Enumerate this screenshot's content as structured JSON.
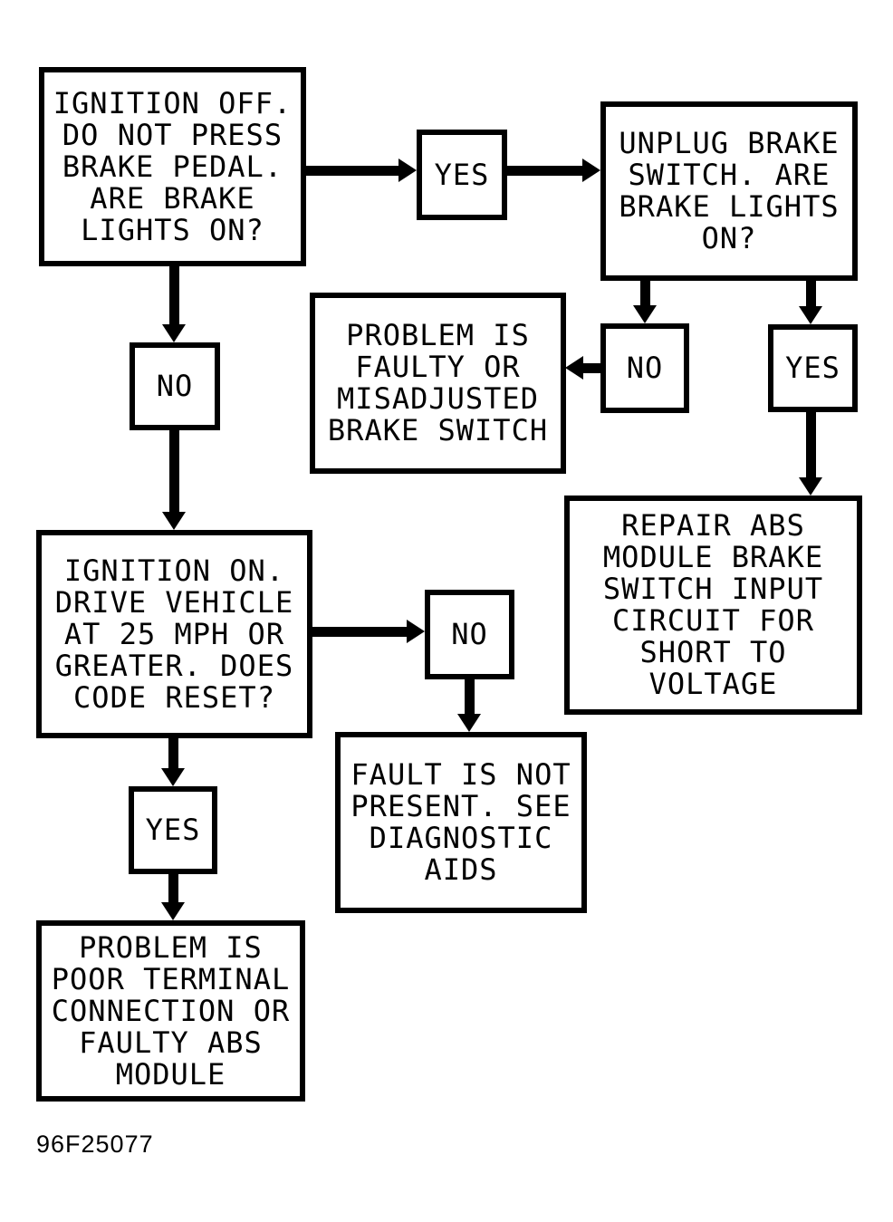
{
  "figure_code": "96F25077",
  "diagram_type": "flowchart",
  "accent_color": "#000000",
  "background_color": "#ffffff",
  "nodes": {
    "q1": {
      "id": "q1",
      "kind": "step",
      "text": "IGNITION OFF.\nDO NOT PRESS\nBRAKE PEDAL.\nARE BRAKE\nLIGHTS ON?"
    },
    "yes1": {
      "id": "yes1",
      "kind": "decision-label",
      "text": "YES"
    },
    "q2": {
      "id": "q2",
      "kind": "step",
      "text": "UNPLUG BRAKE\nSWITCH. ARE\nBRAKE LIGHTS\nON?"
    },
    "no1": {
      "id": "no1",
      "kind": "decision-label",
      "text": "NO"
    },
    "yes2": {
      "id": "yes2",
      "kind": "decision-label",
      "text": "YES"
    },
    "result_faulty_switch": {
      "id": "result_faulty_switch",
      "kind": "result",
      "text": "PROBLEM IS\nFAULTY OR\nMISADJUSTED\nBRAKE SWITCH"
    },
    "result_repair": {
      "id": "result_repair",
      "kind": "result",
      "text": "REPAIR ABS\nMODULE BRAKE\nSWITCH INPUT\nCIRCUIT FOR\nSHORT TO\nVOLTAGE"
    },
    "no_left": {
      "id": "no_left",
      "kind": "decision-label",
      "text": "NO"
    },
    "q3": {
      "id": "q3",
      "kind": "step",
      "text": "IGNITION ON.\nDRIVE VEHICLE\nAT 25 MPH OR\nGREATER. DOES\nCODE RESET?"
    },
    "no3": {
      "id": "no3",
      "kind": "decision-label",
      "text": "NO"
    },
    "result_fault_not_present": {
      "id": "result_fault_not_present",
      "kind": "result",
      "text": "FAULT IS NOT\nPRESENT. SEE\nDIAGNOSTIC\nAIDS"
    },
    "yes3": {
      "id": "yes3",
      "kind": "decision-label",
      "text": "YES"
    },
    "result_terminal": {
      "id": "result_terminal",
      "kind": "result",
      "text": "PROBLEM IS\nPOOR TERMINAL\nCONNECTION OR\nFAULTY ABS\nMODULE"
    }
  },
  "edges": [
    {
      "from": "q1",
      "to": "yes1"
    },
    {
      "from": "yes1",
      "to": "q2"
    },
    {
      "from": "q1",
      "to": "no_left"
    },
    {
      "from": "no_left",
      "to": "q3"
    },
    {
      "from": "q2",
      "to": "no1"
    },
    {
      "from": "no1",
      "to": "result_faulty_switch"
    },
    {
      "from": "q2",
      "to": "yes2"
    },
    {
      "from": "yes2",
      "to": "result_repair"
    },
    {
      "from": "q3",
      "to": "no3"
    },
    {
      "from": "no3",
      "to": "result_fault_not_present"
    },
    {
      "from": "q3",
      "to": "yes3"
    },
    {
      "from": "yes3",
      "to": "result_terminal"
    }
  ]
}
